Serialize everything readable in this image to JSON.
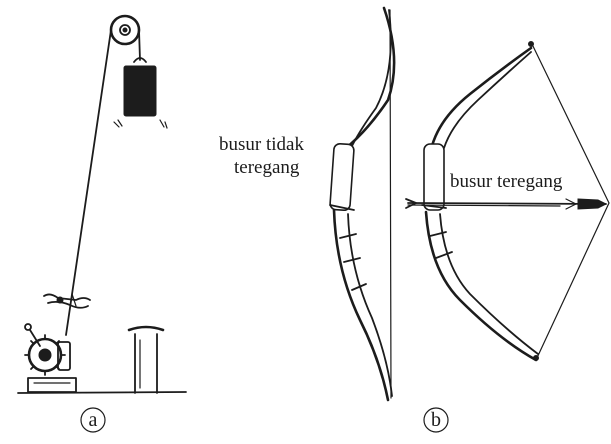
{
  "panels": [
    {
      "id": "a",
      "letter": "a"
    },
    {
      "id": "b",
      "letter": "b"
    }
  ],
  "labels": {
    "unstrung_line1": "busur tidak",
    "unstrung_line2": "teregang",
    "strung": "busur teregang"
  },
  "colors": {
    "ink": "#1c1c1c",
    "background": "#ffffff"
  },
  "icons": [
    "pulley-icon",
    "weight-block-icon",
    "winch-icon",
    "bollard-icon",
    "bow-icon",
    "arrow-icon"
  ]
}
